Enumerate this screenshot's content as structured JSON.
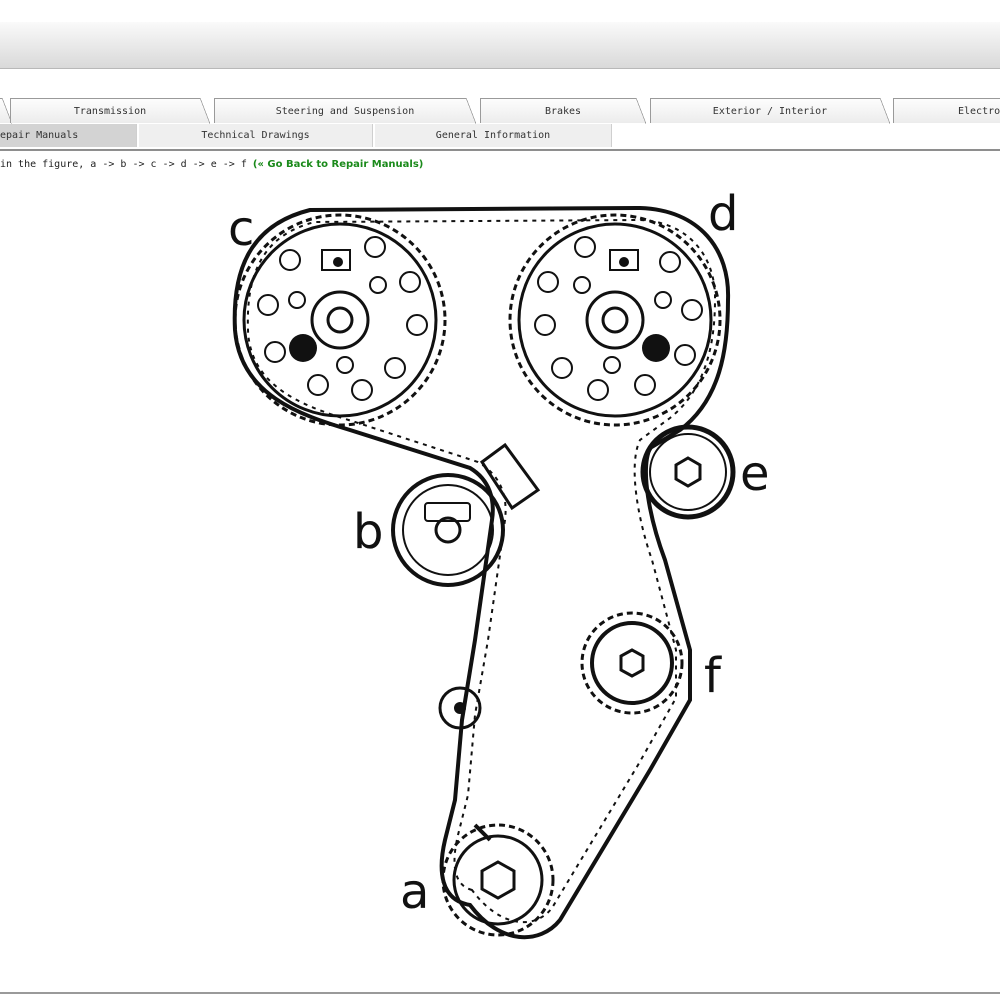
{
  "tabs_row1": [
    {
      "label": "Transmission"
    },
    {
      "label": "Steering and Suspension"
    },
    {
      "label": "Brakes"
    },
    {
      "label": "Exterior / Interior"
    },
    {
      "label": "Electron"
    }
  ],
  "tabs_row2": [
    {
      "label": "epair Manuals"
    },
    {
      "label": "Technical Drawings"
    },
    {
      "label": "General Information"
    }
  ],
  "instruction": {
    "text": "in the figure, a -> b -> c -> d -> e -> f",
    "back_link": "(« Go Back to Repair Manuals)"
  },
  "figure": {
    "labels": {
      "a": "a",
      "b": "b",
      "c": "c",
      "d": "d",
      "e": "e",
      "f": "f"
    }
  }
}
